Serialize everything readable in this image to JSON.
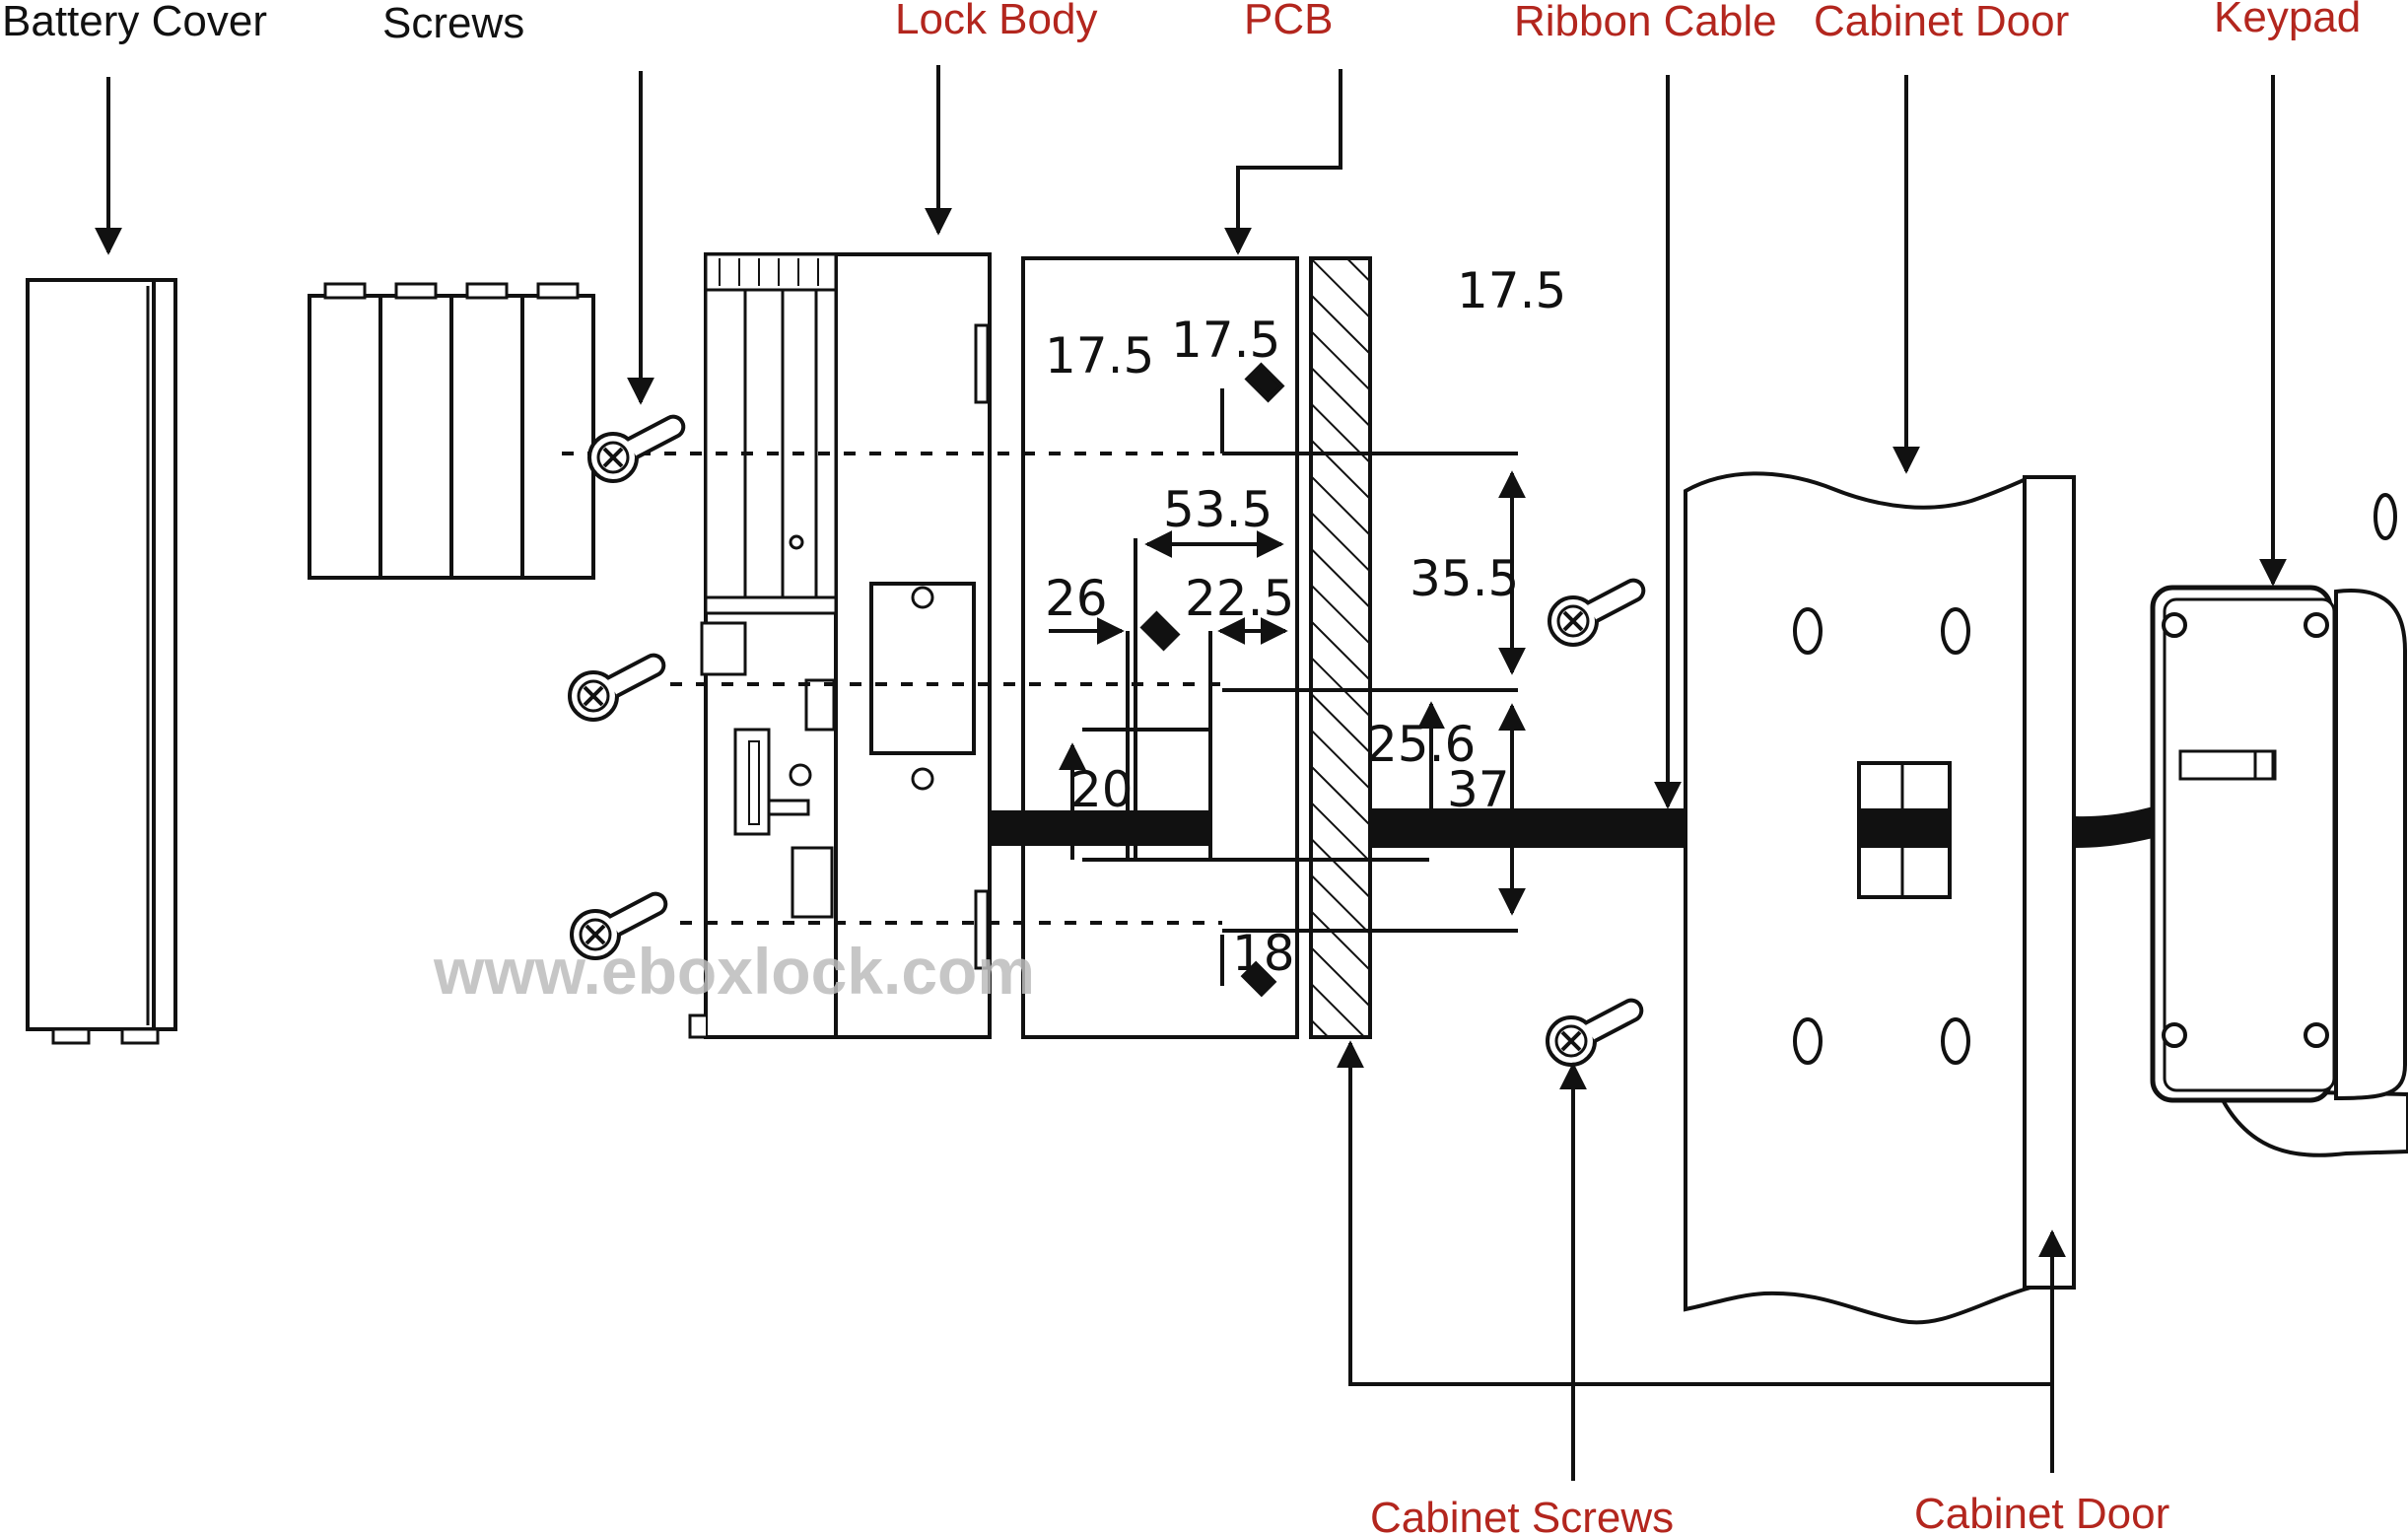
{
  "colors": {
    "line": "#111111",
    "label_primary": "#b3261e",
    "label_secondary": "#111111",
    "watermark": "#bdbdbd"
  },
  "labels": {
    "battery_cover": "Battery Cover",
    "screws": "Screws",
    "lock_body": "Lock Body",
    "pcb": "PCB",
    "ribbon_cable": "Ribbon Cable",
    "cabinet_door_top": "Cabinet Door",
    "keypad": "Keypad",
    "cabinet_screws": "Cabinet Screws",
    "cabinet_door_bottom": "Cabinet Door"
  },
  "dimensions": {
    "d_17_5_top_right": "17.5",
    "d_17_5_left": "17.5",
    "d_17_5_center": "17.5",
    "d_53_5": "53.5",
    "d_26": "26",
    "d_22_5": "22.5",
    "d_35_5": "35.5",
    "d_25_6": "25.6",
    "d_37": "37",
    "d_20": "20",
    "d_18": "18"
  },
  "watermark": "www.eboxlock.com"
}
